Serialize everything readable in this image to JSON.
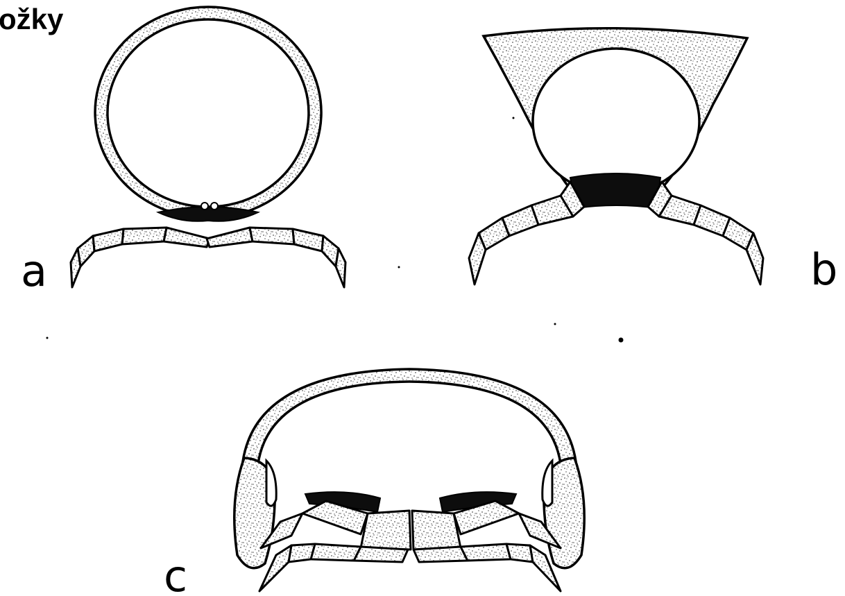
{
  "title": "ožky",
  "panels": [
    {
      "id": "a",
      "label": "a"
    },
    {
      "id": "b",
      "label": "b"
    },
    {
      "id": "c",
      "label": "c"
    }
  ],
  "colors": {
    "ink": "#000000",
    "background": "#ffffff",
    "stipple": "#555555"
  }
}
